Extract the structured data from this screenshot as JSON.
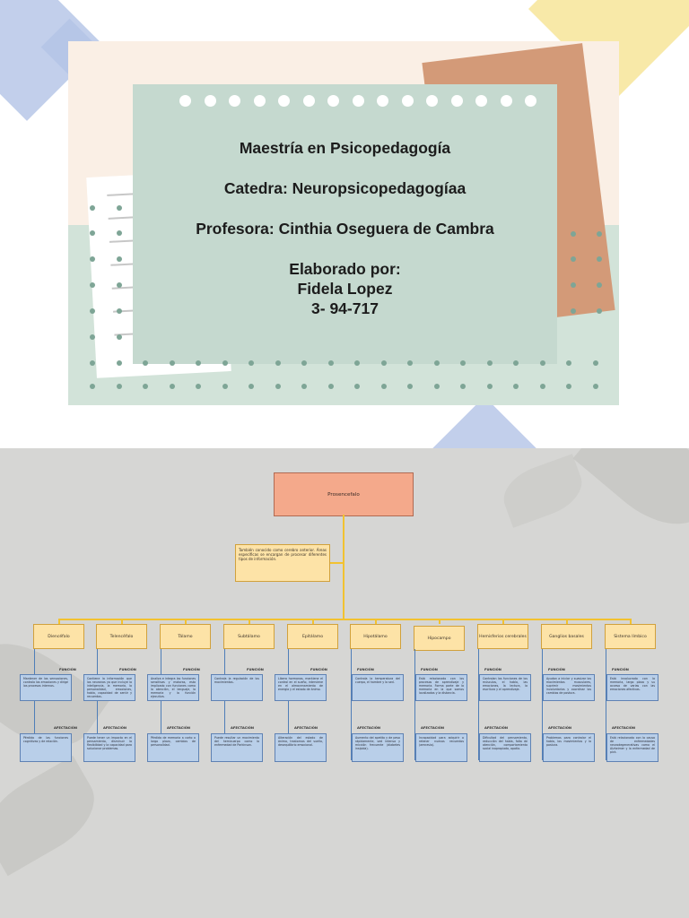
{
  "cover": {
    "title": "Maestría en Psicopedagogía",
    "catedra": "Catedra: Neuropsicopedagogíaa",
    "profesora": "Profesora: Cinthia Oseguera de Cambra",
    "elaborado_label": "Elaborado por:",
    "author": "Fidela Lopez",
    "id": "3- 94-717"
  },
  "colors": {
    "card_background": "#faefe5",
    "card_band": "#d2e3d9",
    "green_card": "#c5d9cf",
    "orange_paper": "#d39a78",
    "root_box": "#f4a98b",
    "region_box": "#fde3a7",
    "info_box": "#b9cfe9",
    "connector_yellow": "#f2c230",
    "connector_blue": "#4f7eb8"
  },
  "map": {
    "root": "Prosencefalo",
    "intro": "También conocido como cerebro anterior. Áreas específicas se encargan de procesar diferentes tipos de información.",
    "funcion_label": "FUNCIÓN",
    "afectacion_label": "AFECTACIÓN",
    "regions": [
      {
        "name": "Diencéfalo",
        "funcion": "Mantener de las sensaciones, controla las emociones y dirige los procesos internos.",
        "afectacion": "Pérdida de las funciones cognitivas y de relación."
      },
      {
        "name": "Telencéfalo",
        "funcion": "Contiene la información que los neuronas ya que incluye la inteligencia, la memoria, la personalidad, emociones, habla, capacidad de sentir y recuerdos.",
        "afectacion": "Puede tener un impacto en el pensamiento, disminuir la flexibilidad y la capacidad para solucionar problemas."
      },
      {
        "name": "Tálamo",
        "funcion": "Analiza e integra las funciones sensitivas y motoras, esta implicado con funciones como la atención, el lenguaje, la memoria y la función ejecutiva.",
        "afectacion": "Pérdida de memoria a corto o largo plazo, cambios de personalidad."
      },
      {
        "name": "Subtálamo",
        "funcion": "Controla la regulación de los movimientos.",
        "afectacion": "Puede resultar un movimiento del hemicuerpo como la enfermedad de Parkinson."
      },
      {
        "name": "Epitálamo",
        "funcion": "Libera hormonas, mantiene el control en el sueño, interviene en el almacenamiento de energía y el estado de ánimo.",
        "afectacion": "Alteración del estado de ánimo, trastornos del sueño, desequilibrio emocional."
      },
      {
        "name": "Hipotálamo",
        "funcion": "Controla la temperatura del cuerpo, el hambre y la sed.",
        "afectacion": "Aumento del apetito y de peso rápidamente, sed intensa y micción frecuente (diabetes insípida)."
      },
      {
        "name": "Hipocampo",
        "funcion": "Está relacionado con los procesos de aprendizaje y memoria. Forma parte de la memoria en la que somos localizados y la distancia.",
        "afectacion": "Incapacidad para adquirir o retener nuevos recuerdos (amnesia)."
      },
      {
        "name": "Hemisferios cerebrales",
        "funcion": "Controlan las funciones de los músculos, el habla, las emociones, la lectura, la escritura y el aprendizaje.",
        "afectacion": "Dificultad del pensamiento, reducción del habla, falta de atención, comportamiento social inapropiado, apatía."
      },
      {
        "name": "Ganglios basales",
        "funcion": "Ayudan a iniciar y suavizar los movimientos musculares, suprimir movimientos involuntarios y coordinar los cambios de postura.",
        "afectacion": "Problemas para controlar el habla, los movimientos y la postura."
      },
      {
        "name": "Sistema límbico",
        "funcion": "Está involucrado con la memoria, largo plazo y su acceso de varias con las emociones afectivas.",
        "afectacion": "Está relacionado con la causa de enfermedades neurodegenerativas como el Alzheimer y la enfermedad de pick."
      }
    ]
  }
}
